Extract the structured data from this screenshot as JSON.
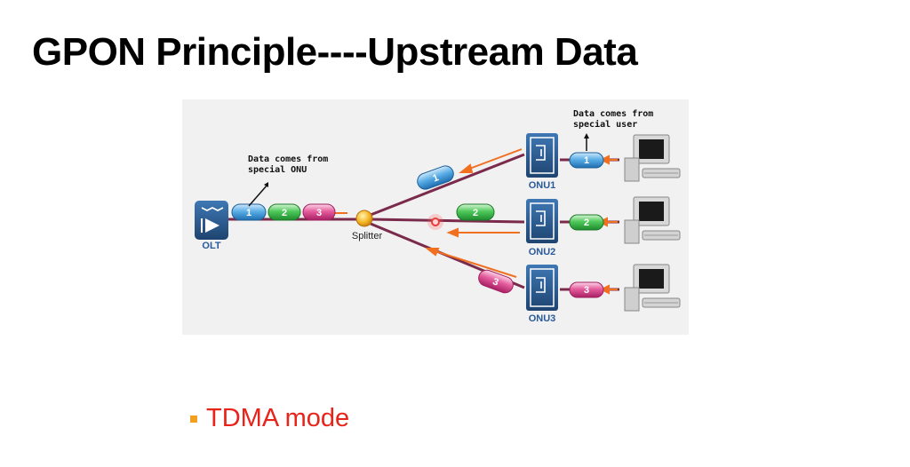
{
  "title": "GPON Principle----Upstream Data",
  "diagram": {
    "olt_label": "OLT",
    "splitter_label": "Splitter",
    "onus": [
      {
        "label": "ONU1",
        "packet": "1"
      },
      {
        "label": "ONU2",
        "packet": "2"
      },
      {
        "label": "ONU3",
        "packet": "3"
      }
    ],
    "trunk_packets": [
      "1",
      "2",
      "3"
    ],
    "annotation_olt": [
      "Data comes from",
      "special ONU"
    ],
    "annotation_user": [
      "Data comes from",
      "special user"
    ]
  },
  "colors": {
    "packet_1": "#4a9ad8",
    "packet_2": "#3cba4a",
    "packet_3": "#de4a8a",
    "fiber": "#7a2a4a",
    "arrow": "#f07020",
    "device_blue": "#2d5a8a"
  },
  "bullet": {
    "text": "TDMA mode",
    "marker_color": "#f0a020",
    "text_color": "#e8231a"
  }
}
